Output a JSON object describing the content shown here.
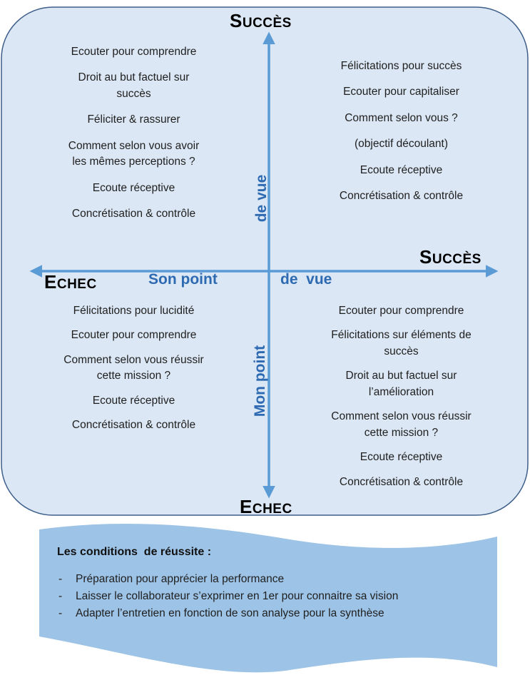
{
  "axes": {
    "top_label": {
      "first": "S",
      "rest": "UCCÈS"
    },
    "right_label": {
      "first": "S",
      "rest": "UCCÈS"
    },
    "left_label": {
      "first": "E",
      "rest": "CHEC"
    },
    "bottom_label": {
      "first": "E",
      "rest": "CHEC"
    },
    "horizontal_title_left": "Son point",
    "horizontal_title_right": "de  vue",
    "vertical_title_upper": "de vue",
    "vertical_title_lower": "Mon point"
  },
  "quadrants": {
    "top_left": [
      [
        "Ecouter pour comprendre"
      ],
      [
        "Droit au but factuel sur",
        "succès"
      ],
      [
        "Féliciter & rassurer"
      ],
      [
        "Comment selon vous  avoir",
        "les mêmes perceptions ?"
      ],
      [
        "Ecoute réceptive"
      ],
      [
        "Concrétisation & contrôle"
      ]
    ],
    "top_right": [
      [
        "Félicitations pour succès"
      ],
      [
        "Ecouter pour capitaliser"
      ],
      [
        "Comment selon vous ?"
      ],
      [
        "(objectif découlant)"
      ],
      [
        "Ecoute réceptive"
      ],
      [
        "Concrétisation & contrôle"
      ]
    ],
    "bottom_left": [
      [
        "Félicitations pour lucidité"
      ],
      [
        "Ecouter pour comprendre"
      ],
      [
        "Comment selon vous  réussir",
        "cette mission ?"
      ],
      [
        "Ecoute réceptive"
      ],
      [
        "Concrétisation & contrôle"
      ]
    ],
    "bottom_right": [
      [
        "Ecouter pour comprendre"
      ],
      [
        "Félicitations sur éléments de",
        "succès"
      ],
      [
        "Droit au but factuel sur",
        "l’amélioration"
      ],
      [
        "Comment selon vous réussir",
        "cette mission ?"
      ],
      [
        "Ecoute réceptive"
      ],
      [
        "Concrétisation & contrôle"
      ]
    ]
  },
  "banner": {
    "title": "Les conditions  de réussite :",
    "items": [
      "Préparation pour apprécier la performance",
      "Laisser le collaborateur s’exprimer en 1er pour connaitre sa vision",
      "Adapter l’entretien en fonction de son analyse pour la synthèse"
    ]
  },
  "colors": {
    "panel_fill": "#dbe7f4",
    "panel_stroke": "#3e5f8a",
    "axis": "#5b9bd5",
    "banner_fill": "#9dc3e6",
    "axis_title": "#2e6ab1"
  }
}
